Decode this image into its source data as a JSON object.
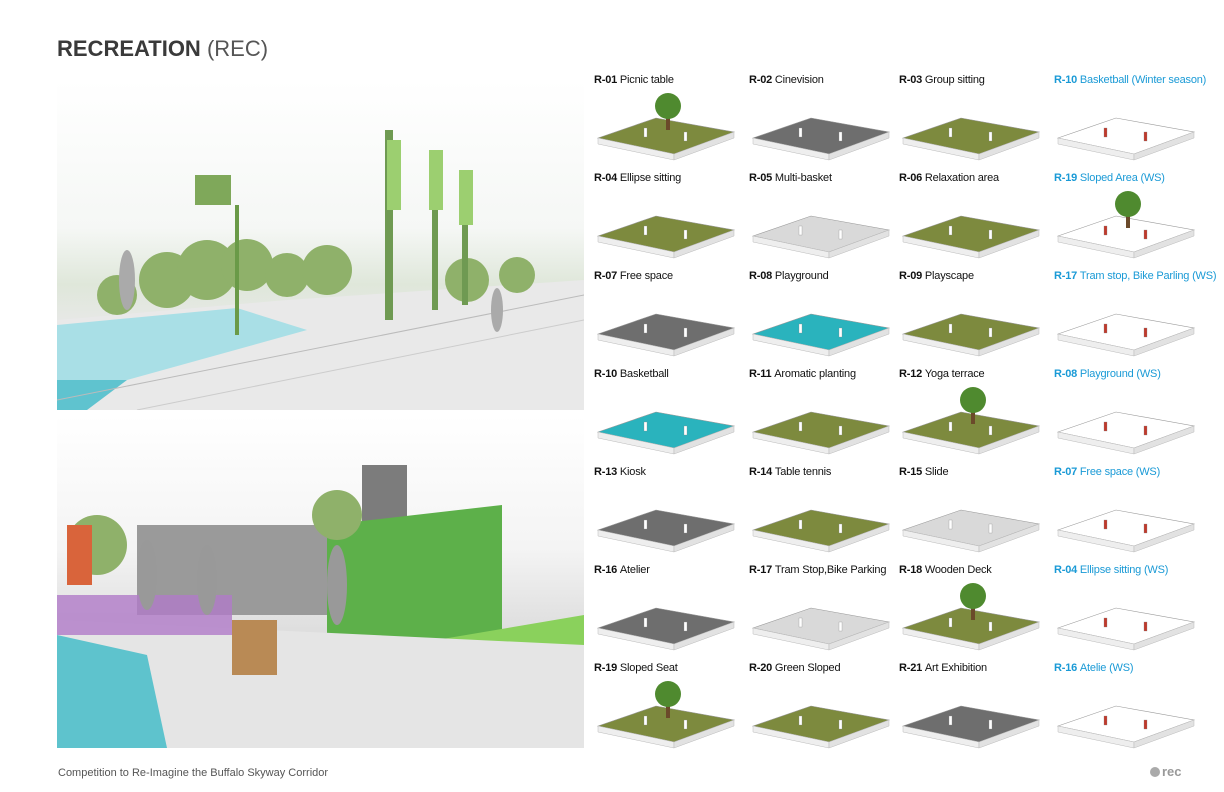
{
  "title": {
    "main": "RECREATION",
    "sub": "(REC)"
  },
  "footer": {
    "text": "Competition to  Re-Imagine the Buffalo Skyway Corridor",
    "logo": "rec"
  },
  "colors": {
    "ws_label": "#1a9ad6",
    "grass": "#7d8a3e",
    "teal": "#1aa6b0",
    "snow": "#ffffff",
    "pavement": "#8a8a8a"
  },
  "tiles": [
    {
      "code": "R-01",
      "name": "Picnic table",
      "ground": "grass",
      "tree": true
    },
    {
      "code": "R-02",
      "name": "Cinevision",
      "ground": "pavement"
    },
    {
      "code": "R-03",
      "name": "Group sitting",
      "ground": "grass"
    },
    {
      "code": "R-10",
      "name": "Basketball (Winter season)",
      "ground": "snow",
      "ws": true
    },
    {
      "code": "R-04",
      "name": "Ellipse sitting",
      "ground": "grass"
    },
    {
      "code": "R-05",
      "name": "Multi-basket",
      "ground": "light"
    },
    {
      "code": "R-06",
      "name": "Relaxation area",
      "ground": "grass"
    },
    {
      "code": "R-19",
      "name": "Sloped Area (WS)",
      "ground": "snow",
      "ws": true,
      "tree": true
    },
    {
      "code": "R-07",
      "name": "Free space",
      "ground": "pavement"
    },
    {
      "code": "R-08",
      "name": "Playground",
      "ground": "teal"
    },
    {
      "code": "R-09",
      "name": "Playscape",
      "ground": "grass"
    },
    {
      "code": "R-17",
      "name": "Tram stop, Bike Parling (WS)",
      "ground": "snow",
      "ws": true
    },
    {
      "code": "R-10",
      "name": "Basketball",
      "ground": "teal"
    },
    {
      "code": "R-11",
      "name": "Aromatic planting",
      "ground": "grass"
    },
    {
      "code": "R-12",
      "name": "Yoga terrace",
      "ground": "grass",
      "tree": true
    },
    {
      "code": "R-08",
      "name": "Playground (WS)",
      "ground": "snow",
      "ws": true
    },
    {
      "code": "R-13",
      "name": "Kiosk",
      "ground": "pavement"
    },
    {
      "code": "R-14",
      "name": "Table tennis",
      "ground": "grass"
    },
    {
      "code": "R-15",
      "name": "Slide",
      "ground": "light"
    },
    {
      "code": "R-07",
      "name": "Free space (WS)",
      "ground": "snow",
      "ws": true
    },
    {
      "code": "R-16",
      "name": "Atelier",
      "ground": "pavement"
    },
    {
      "code": "R-17",
      "name": "Tram Stop,Bike Parking",
      "ground": "light"
    },
    {
      "code": "R-18",
      "name": "Wooden Deck",
      "ground": "grass",
      "tree": true
    },
    {
      "code": "R-04",
      "name": "Ellipse sitting (WS)",
      "ground": "snow",
      "ws": true
    },
    {
      "code": "R-19",
      "name": "Sloped Seat",
      "ground": "grass",
      "tree": true
    },
    {
      "code": "R-20",
      "name": "Green Sloped",
      "ground": "grass"
    },
    {
      "code": "R-21",
      "name": "Art Exhibition",
      "ground": "pavement"
    },
    {
      "code": "R-16",
      "name": "Atelie (WS)",
      "ground": "snow",
      "ws": true
    }
  ]
}
